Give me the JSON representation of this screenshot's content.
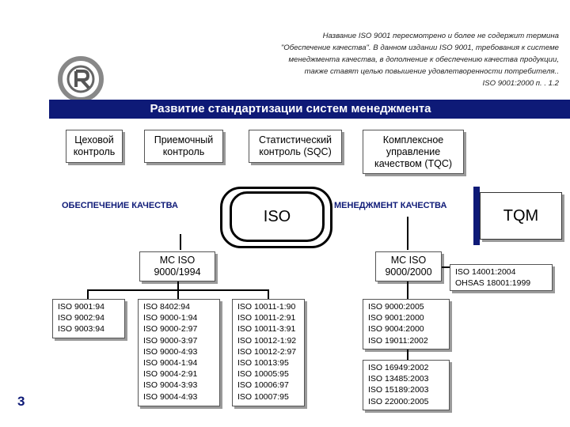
{
  "slide": {
    "note_lines": [
      "Название ISO 9001 пересмотрено и более не содержит термина",
      "\"Обеспечение качества\". В данном издании ISO 9001, требования к системе",
      "менеджмента качества, в дополнение к обеспечению качества продукции,",
      "также ставят целью  повышение удовлетворенности потребителя..",
      "ISO 9001:2000 п. . 1.2"
    ],
    "title": "Развитие стандартизации систем менеджмента",
    "page_number": "3",
    "colors": {
      "accent": "#0e1a77",
      "shadow": "#9a9a9a"
    }
  },
  "stages": [
    {
      "line1": "Цеховой",
      "line2": "контроль"
    },
    {
      "line1": "Приемочный",
      "line2": "контроль"
    },
    {
      "line1": "Статистический",
      "line2": "контроль (SQC)"
    },
    {
      "line1": "Комплексное",
      "line2": "управление",
      "line3": "качеством (TQC)"
    }
  ],
  "concepts": {
    "qa": "ОБЕСПЕЧЕНИЕ КАЧЕСТВА",
    "iso": "ISO",
    "qm": "МЕНЕДЖМЕНТ КАЧЕСТВА",
    "tqm": "TQM"
  },
  "mc_1994": {
    "line1": "МС ISO",
    "line2": "9000/1994"
  },
  "mc_2000": {
    "line1": "МС ISO",
    "line2": "9000/2000"
  },
  "other_standards": {
    "line1": "ISO 14001:2004",
    "line2": "OHSAS  18001:1999"
  },
  "lists": {
    "list_9001": [
      "ISO 9001:94",
      "ISO 9002:94",
      "ISO 9003:94"
    ],
    "list_8402": [
      "ISO 8402:94",
      "ISO 9000-1:94",
      "ISO 9000-2:97",
      "ISO 9000-3:97",
      "ISO 9000-4:93",
      "ISO 9004-1:94",
      "ISO 9004-2:91",
      "ISO 9004-3:93",
      "ISO 9004-4:93"
    ],
    "list_10011": [
      "ISO 10011-1:90",
      "ISO 10011-2:91",
      "ISO 10011-3:91",
      "ISO 10012-1:92",
      "ISO 10012-2:97",
      "ISO 10013:95",
      "ISO 10005:95",
      "ISO 10006:97",
      "ISO 10007:95"
    ],
    "list_2000": [
      "ISO 9000:2005",
      "ISO 9001:2000",
      "ISO 9004:2000",
      "ISO 19011:2002"
    ],
    "list_sector": [
      "ISO 16949:2002",
      "ISO 13485:2003",
      "ISO 15189:2003",
      "ISO 22000:2005"
    ]
  }
}
